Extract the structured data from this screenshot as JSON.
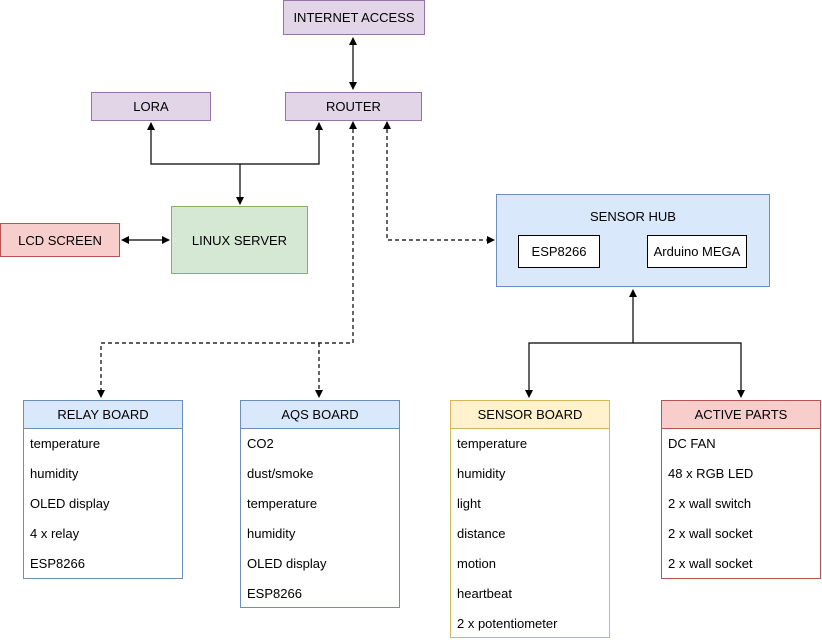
{
  "nodes": {
    "internet": "INTERNET ACCESS",
    "lora": "LORA",
    "router": "ROUTER",
    "lcd": "LCD SCREEN",
    "linux": "LINUX SERVER",
    "sensor_hub": "SENSOR HUB",
    "esp": "ESP8266",
    "arduino": "Arduino MEGA"
  },
  "relay_board": {
    "title": "RELAY BOARD",
    "items": [
      "temperature",
      "humidity",
      "OLED display",
      "4 x relay",
      "ESP8266"
    ]
  },
  "aqs_board": {
    "title": "AQS BOARD",
    "items": [
      "CO2",
      "dust/smoke",
      "temperature",
      "humidity",
      "OLED display",
      "ESP8266"
    ]
  },
  "sensor_board": {
    "title": "SENSOR BOARD",
    "items": [
      "temperature",
      "humidity",
      "light",
      "distance",
      "motion",
      "heartbeat",
      "2 x potentiometer"
    ]
  },
  "active_parts": {
    "title": "ACTIVE PARTS",
    "items": [
      "DC FAN",
      "48 x RGB LED",
      "2 x wall switch",
      "2 x wall socket",
      "2 x wall socket"
    ]
  }
}
